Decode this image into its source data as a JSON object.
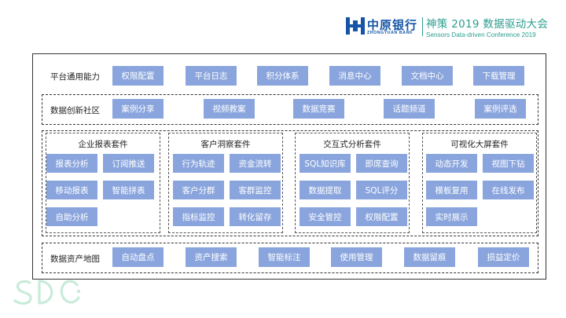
{
  "header": {
    "bank_name": "中原银行",
    "bank_name_en": "ZHONGYUAN BANK",
    "conference_title": "神策 2019 数据驱动大会",
    "conference_subtitle": "Sensors Data-driven Conference 2019",
    "logo_text": "SDC"
  },
  "colors": {
    "chip_fill": "#8aa5dd",
    "brand_blue": "#1554a6",
    "conference_teal": "#2a9d8f",
    "watermark_green": "#c8ecd9"
  },
  "platform": {
    "label": "平台通用能力",
    "items": [
      "权限配置",
      "平台日志",
      "积分体系",
      "消息中心",
      "文档中心",
      "下载管理"
    ]
  },
  "innovation": {
    "label": "数据创新社区",
    "items": [
      "案例分享",
      "视频教案",
      "数据竞赛",
      "话题频道",
      "案例评选"
    ]
  },
  "suites": [
    {
      "title": "企业报表套件",
      "items": [
        "报表分析",
        "订阅推送",
        "移动报表",
        "智能拼表",
        "自助分析"
      ]
    },
    {
      "title": "客户洞察套件",
      "items": [
        "行为轨迹",
        "资金流转",
        "客户分群",
        "客群监控",
        "指标监控",
        "转化留存"
      ]
    },
    {
      "title": "交互式分析套件",
      "items": [
        "SQL知识库",
        "即席查询",
        "数据提取",
        "SQL评分",
        "安全管控",
        "权限配置"
      ]
    },
    {
      "title": "可视化大屏套件",
      "items": [
        "动态开发",
        "视图下钻",
        "模板复用",
        "在线发布",
        "实时展示"
      ]
    }
  ],
  "assets": {
    "label": "数据资产地图",
    "items": [
      "自动盘点",
      "资产搜索",
      "智能标注",
      "使用管理",
      "数据留痕",
      "损益定价"
    ]
  }
}
